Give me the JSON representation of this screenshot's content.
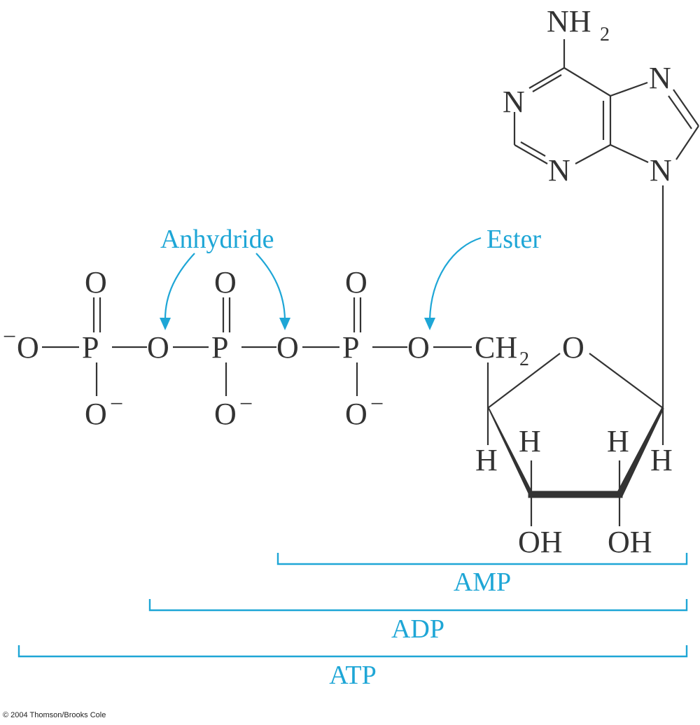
{
  "colors": {
    "molecule": "#333333",
    "annotation": "#1ea6d6"
  },
  "adenine": {
    "amine_label": "NH",
    "amine_subscript": "2",
    "n1": "N",
    "n3": "N",
    "n7": "N",
    "n9": "N"
  },
  "phosphates": {
    "terminal_oxygen": "O",
    "terminal_charge": "−",
    "alpha": {
      "p": "P",
      "double_o": "O",
      "o_minus": "O",
      "charge": "−"
    },
    "beta": {
      "p": "P",
      "double_o": "O",
      "o_minus": "O",
      "charge": "−"
    },
    "gamma": {
      "p": "P",
      "double_o": "O",
      "o_minus": "O",
      "charge": "−"
    },
    "bridge_oxygen_1": "O",
    "bridge_oxygen_2": "O",
    "ester_oxygen": "O"
  },
  "ribose": {
    "ch2": "CH",
    "ch2_subscript": "2",
    "ring_oxygen": "O",
    "h_c4": "H",
    "h_c3": "H",
    "h_c2": "H",
    "h_c1": "H",
    "oh_c3": "OH",
    "oh_c2": "OH"
  },
  "annotations": {
    "anhydride": "Anhydride",
    "ester": "Ester"
  },
  "brackets": {
    "amp": "AMP",
    "adp": "ADP",
    "atp": "ATP"
  },
  "copyright": "© 2004 Thomson/Brooks Cole"
}
